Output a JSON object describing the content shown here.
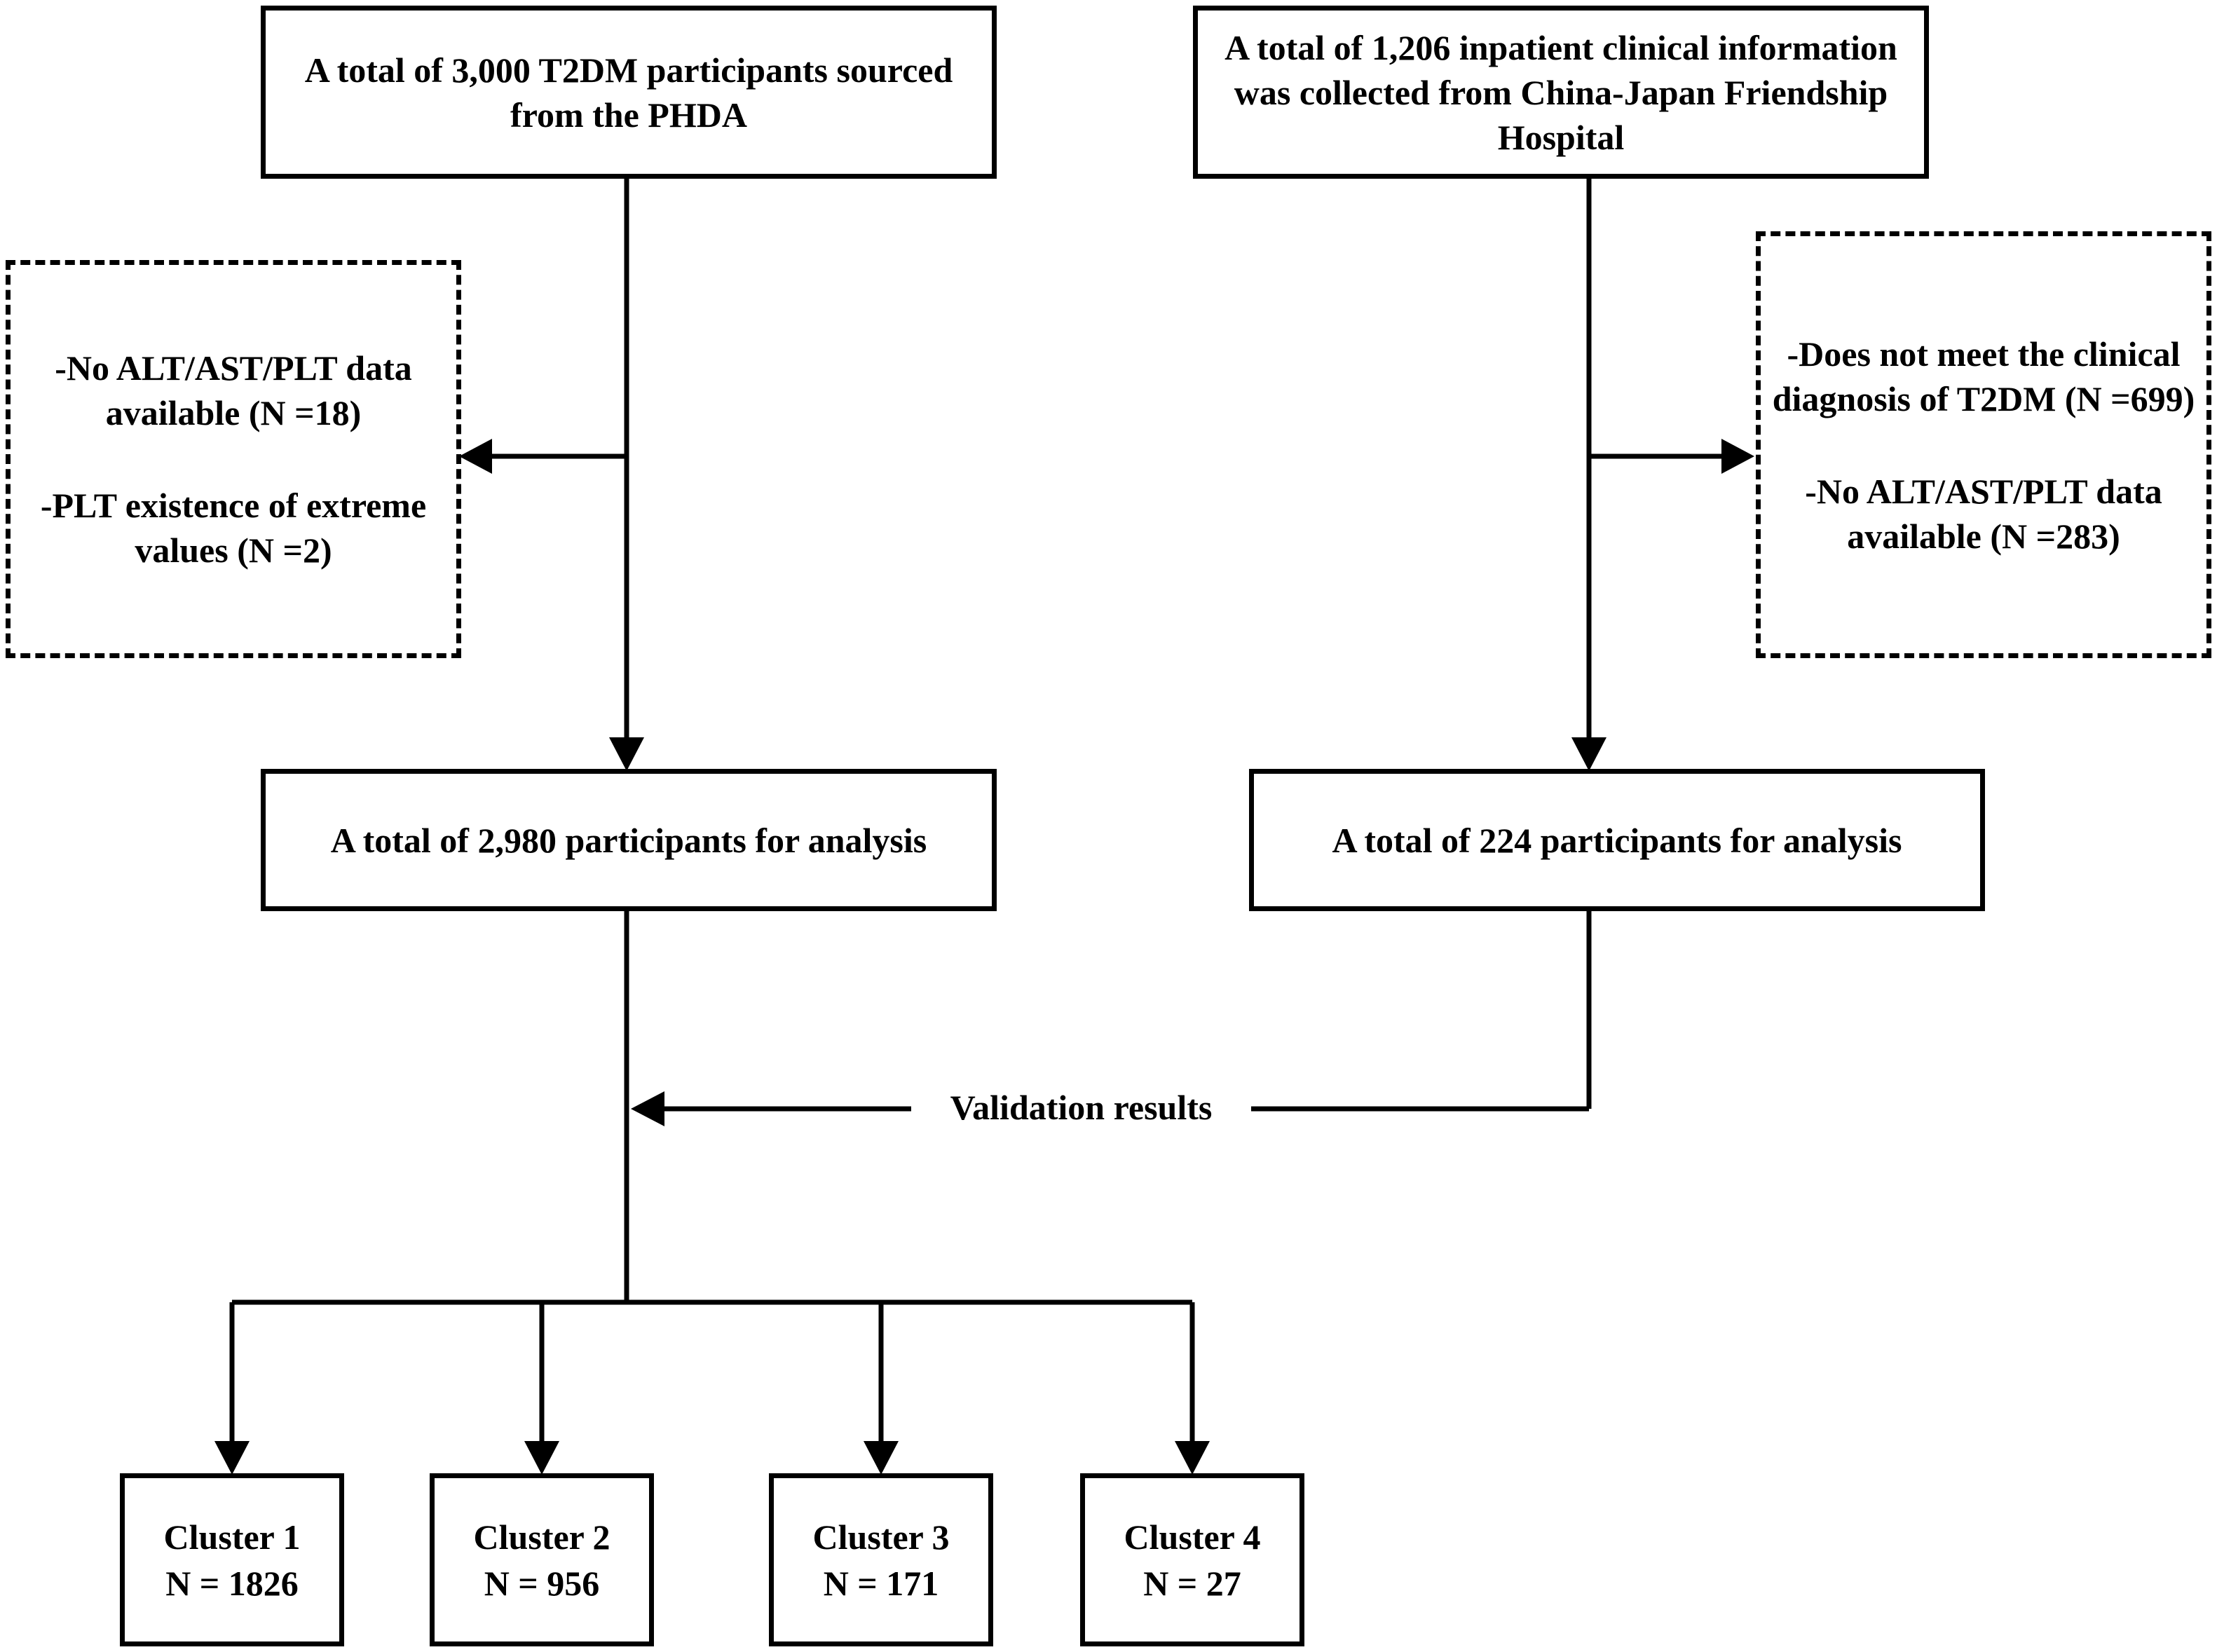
{
  "left_source": {
    "lines": [
      "A total of 3,000 T2DM participants sourced",
      "from the PHDA"
    ]
  },
  "right_source": {
    "lines": [
      "A total of 1,206 inpatient clinical information",
      "was collected from China-Japan Friendship",
      "Hospital"
    ]
  },
  "left_exclusions": [
    {
      "lines": [
        "-No ALT/AST/PLT data",
        "available (N =18)"
      ]
    },
    {
      "lines": [
        "-PLT existence of extreme",
        "values (N =2)"
      ]
    }
  ],
  "right_exclusions": [
    {
      "lines": [
        "-Does not meet the clinical",
        "diagnosis of T2DM (N =699)"
      ]
    },
    {
      "lines": [
        "-No ALT/AST/PLT data",
        "available (N =283)"
      ]
    }
  ],
  "left_analysis": {
    "text": "A total of 2,980 participants for analysis"
  },
  "right_analysis": {
    "text": "A total of 224 participants for analysis"
  },
  "validation_label": "Validation results",
  "clusters": [
    {
      "name": "Cluster 1",
      "n": "N = 1826"
    },
    {
      "name": "Cluster 2",
      "n": "N = 956"
    },
    {
      "name": "Cluster 3",
      "n": "N = 171"
    },
    {
      "name": "Cluster 4",
      "n": "N = 27"
    }
  ]
}
